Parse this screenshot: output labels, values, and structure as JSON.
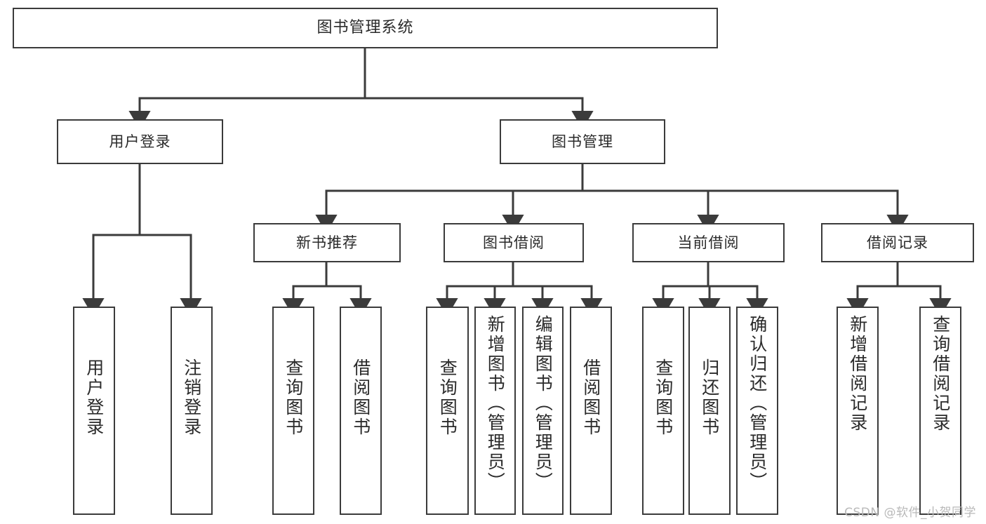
{
  "diagram": {
    "title": "图书管理系统",
    "type": "tree",
    "watermark": "CSDN @软件_小贺同学",
    "colors": {
      "box_border": "#3b3b3b",
      "box_fill": "#ffffff",
      "text": "#2a2a2a",
      "connector": "#3b3b3b",
      "background": "#ffffff",
      "watermark": "#b9b9b9"
    },
    "root": {
      "label": "图书管理系统"
    },
    "level2": [
      {
        "label": "用户登录"
      },
      {
        "label": "图书管理"
      }
    ],
    "level3": [
      {
        "label": "新书推荐"
      },
      {
        "label": "图书借阅"
      },
      {
        "label": "当前借阅"
      },
      {
        "label": "借阅记录"
      }
    ],
    "leaves": {
      "user_login": [
        {
          "label": "用户登录"
        },
        {
          "label": "注销登录"
        }
      ],
      "new_book_recommend": [
        {
          "label": "查询图书"
        },
        {
          "label": "借阅图书"
        }
      ],
      "book_borrow": [
        {
          "label": "查询图书"
        },
        {
          "label": "新增图书（管理员）"
        },
        {
          "label": "编辑图书（管理员）"
        },
        {
          "label": "借阅图书"
        }
      ],
      "current_borrow": [
        {
          "label": "查询图书"
        },
        {
          "label": "归还图书"
        },
        {
          "label": "确认归还（管理员）"
        }
      ],
      "borrow_record": [
        {
          "label": "新增借阅记录"
        },
        {
          "label": "查询借阅记录"
        }
      ]
    }
  }
}
